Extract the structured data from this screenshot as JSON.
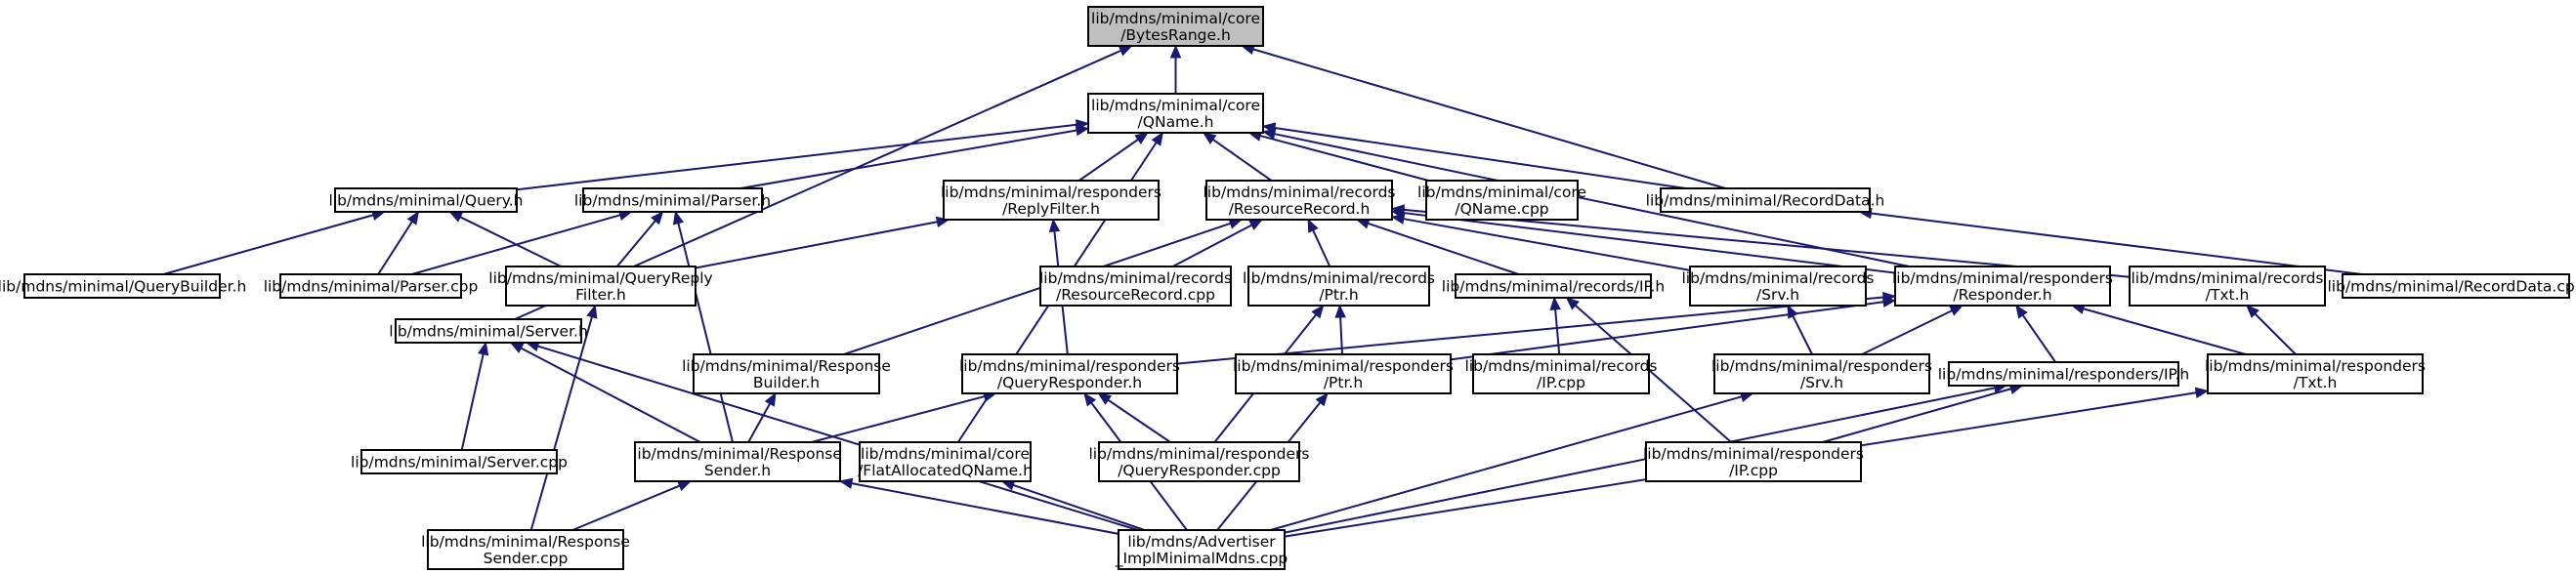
{
  "nodes": [
    {
      "id": "bytesrange",
      "lines": [
        "lib/mdns/minimal/core",
        "/BytesRange.h"
      ],
      "highlight": true
    },
    {
      "id": "qname",
      "lines": [
        "lib/mdns/minimal/core",
        "/QName.h"
      ]
    },
    {
      "id": "query_h",
      "lines": [
        "lib/mdns/minimal/Query.h"
      ]
    },
    {
      "id": "parser_h",
      "lines": [
        "lib/mdns/minimal/Parser.h"
      ]
    },
    {
      "id": "replyfilter_h",
      "lines": [
        "lib/mdns/minimal/responders",
        "/ReplyFilter.h"
      ]
    },
    {
      "id": "resourcerecord_h",
      "lines": [
        "lib/mdns/minimal/records",
        "/ResourceRecord.h"
      ]
    },
    {
      "id": "qname_cpp",
      "lines": [
        "lib/mdns/minimal/core",
        "/QName.cpp"
      ]
    },
    {
      "id": "recorddata_h",
      "lines": [
        "lib/mdns/minimal/RecordData.h"
      ]
    },
    {
      "id": "querybuilder_h",
      "lines": [
        "lib/mdns/minimal/QueryBuilder.h"
      ]
    },
    {
      "id": "parser_cpp",
      "lines": [
        "lib/mdns/minimal/Parser.cpp"
      ]
    },
    {
      "id": "queryreplyfilter_h",
      "lines": [
        "lib/mdns/minimal/QueryReply",
        "Filter.h"
      ]
    },
    {
      "id": "resourcerecord_cpp",
      "lines": [
        "lib/mdns/minimal/records",
        "/ResourceRecord.cpp"
      ]
    },
    {
      "id": "records_ptr_h",
      "lines": [
        "lib/mdns/minimal/records",
        "/Ptr.h"
      ]
    },
    {
      "id": "records_ip_h",
      "lines": [
        "lib/mdns/minimal/records/IP.h"
      ]
    },
    {
      "id": "records_srv_h",
      "lines": [
        "lib/mdns/minimal/records",
        "/Srv.h"
      ]
    },
    {
      "id": "responder_h",
      "lines": [
        "lib/mdns/minimal/responders",
        "/Responder.h"
      ]
    },
    {
      "id": "records_txt_h",
      "lines": [
        "lib/mdns/minimal/records",
        "/Txt.h"
      ]
    },
    {
      "id": "recorddata_cpp",
      "lines": [
        "lib/mdns/minimal/RecordData.cpp"
      ]
    },
    {
      "id": "server_h",
      "lines": [
        "lib/mdns/minimal/Server.h"
      ]
    },
    {
      "id": "responsebuilder_h",
      "lines": [
        "lib/mdns/minimal/Response",
        "Builder.h"
      ]
    },
    {
      "id": "queryresponder_h",
      "lines": [
        "lib/mdns/minimal/responders",
        "/QueryResponder.h"
      ]
    },
    {
      "id": "responders_ptr_h",
      "lines": [
        "lib/mdns/minimal/responders",
        "/Ptr.h"
      ]
    },
    {
      "id": "records_ip_cpp",
      "lines": [
        "lib/mdns/minimal/records",
        "/IP.cpp"
      ]
    },
    {
      "id": "responders_srv_h",
      "lines": [
        "lib/mdns/minimal/responders",
        "/Srv.h"
      ]
    },
    {
      "id": "responders_ip_h",
      "lines": [
        "lib/mdns/minimal/responders/IP.h"
      ]
    },
    {
      "id": "responders_txt_h",
      "lines": [
        "lib/mdns/minimal/responders",
        "/Txt.h"
      ]
    },
    {
      "id": "server_cpp",
      "lines": [
        "lib/mdns/minimal/Server.cpp"
      ]
    },
    {
      "id": "responsesender_h",
      "lines": [
        "lib/mdns/minimal/Response",
        "Sender.h"
      ]
    },
    {
      "id": "flatallocatedqname_h",
      "lines": [
        "lib/mdns/minimal/core",
        "/FlatAllocatedQName.h"
      ]
    },
    {
      "id": "queryresponder_cpp",
      "lines": [
        "lib/mdns/minimal/responders",
        "/QueryResponder.cpp"
      ]
    },
    {
      "id": "responders_ip_cpp",
      "lines": [
        "lib/mdns/minimal/responders",
        "/IP.cpp"
      ]
    },
    {
      "id": "responsesender_cpp",
      "lines": [
        "lib/mdns/minimal/Response",
        "Sender.cpp"
      ]
    },
    {
      "id": "advertiser_cpp",
      "lines": [
        "lib/mdns/Advertiser",
        "_ImplMinimalMdns.cpp"
      ]
    }
  ],
  "edges": [
    [
      "qname",
      "bytesrange"
    ],
    [
      "recorddata_h",
      "bytesrange"
    ],
    [
      "server_h",
      "bytesrange"
    ],
    [
      "query_h",
      "qname"
    ],
    [
      "parser_h",
      "qname"
    ],
    [
      "replyfilter_h",
      "qname"
    ],
    [
      "resourcerecord_h",
      "qname"
    ],
    [
      "qname_cpp",
      "qname"
    ],
    [
      "recorddata_h",
      "qname"
    ],
    [
      "responder_h",
      "qname"
    ],
    [
      "flatallocatedqname_h",
      "qname"
    ],
    [
      "querybuilder_h",
      "query_h"
    ],
    [
      "parser_cpp",
      "query_h"
    ],
    [
      "queryreplyfilter_h",
      "query_h"
    ],
    [
      "parser_cpp",
      "parser_h"
    ],
    [
      "queryreplyfilter_h",
      "parser_h"
    ],
    [
      "responsesender_h",
      "parser_h"
    ],
    [
      "queryreplyfilter_h",
      "replyfilter_h"
    ],
    [
      "queryresponder_h",
      "replyfilter_h"
    ],
    [
      "resourcerecord_cpp",
      "resourcerecord_h"
    ],
    [
      "records_ptr_h",
      "resourcerecord_h"
    ],
    [
      "records_ip_h",
      "resourcerecord_h"
    ],
    [
      "records_srv_h",
      "resourcerecord_h"
    ],
    [
      "responder_h",
      "resourcerecord_h"
    ],
    [
      "records_txt_h",
      "resourcerecord_h"
    ],
    [
      "responsebuilder_h",
      "resourcerecord_h"
    ],
    [
      "recorddata_cpp",
      "recorddata_h"
    ],
    [
      "responsesender_cpp",
      "queryreplyfilter_h"
    ],
    [
      "queryresponder_cpp",
      "records_ptr_h"
    ],
    [
      "responders_ptr_h",
      "records_ptr_h"
    ],
    [
      "records_ip_cpp",
      "records_ip_h"
    ],
    [
      "responders_ip_cpp",
      "records_ip_h"
    ],
    [
      "responders_srv_h",
      "records_srv_h"
    ],
    [
      "queryresponder_h",
      "responder_h"
    ],
    [
      "responders_ptr_h",
      "responder_h"
    ],
    [
      "responders_srv_h",
      "responder_h"
    ],
    [
      "responders_ip_h",
      "responder_h"
    ],
    [
      "responders_txt_h",
      "responder_h"
    ],
    [
      "responders_txt_h",
      "records_txt_h"
    ],
    [
      "server_cpp",
      "server_h"
    ],
    [
      "responsesender_h",
      "server_h"
    ],
    [
      "advertiser_cpp",
      "server_h"
    ],
    [
      "responsesender_h",
      "responsebuilder_h"
    ],
    [
      "responsesender_h",
      "queryresponder_h"
    ],
    [
      "queryresponder_cpp",
      "queryresponder_h"
    ],
    [
      "advertiser_cpp",
      "queryresponder_h"
    ],
    [
      "advertiser_cpp",
      "responders_ptr_h"
    ],
    [
      "advertiser_cpp",
      "responders_srv_h"
    ],
    [
      "responders_ip_cpp",
      "responders_ip_h"
    ],
    [
      "advertiser_cpp",
      "responders_ip_h"
    ],
    [
      "advertiser_cpp",
      "responders_txt_h"
    ],
    [
      "responsesender_cpp",
      "responsesender_h"
    ],
    [
      "advertiser_cpp",
      "responsesender_h"
    ],
    [
      "advertiser_cpp",
      "flatallocatedqname_h"
    ]
  ]
}
